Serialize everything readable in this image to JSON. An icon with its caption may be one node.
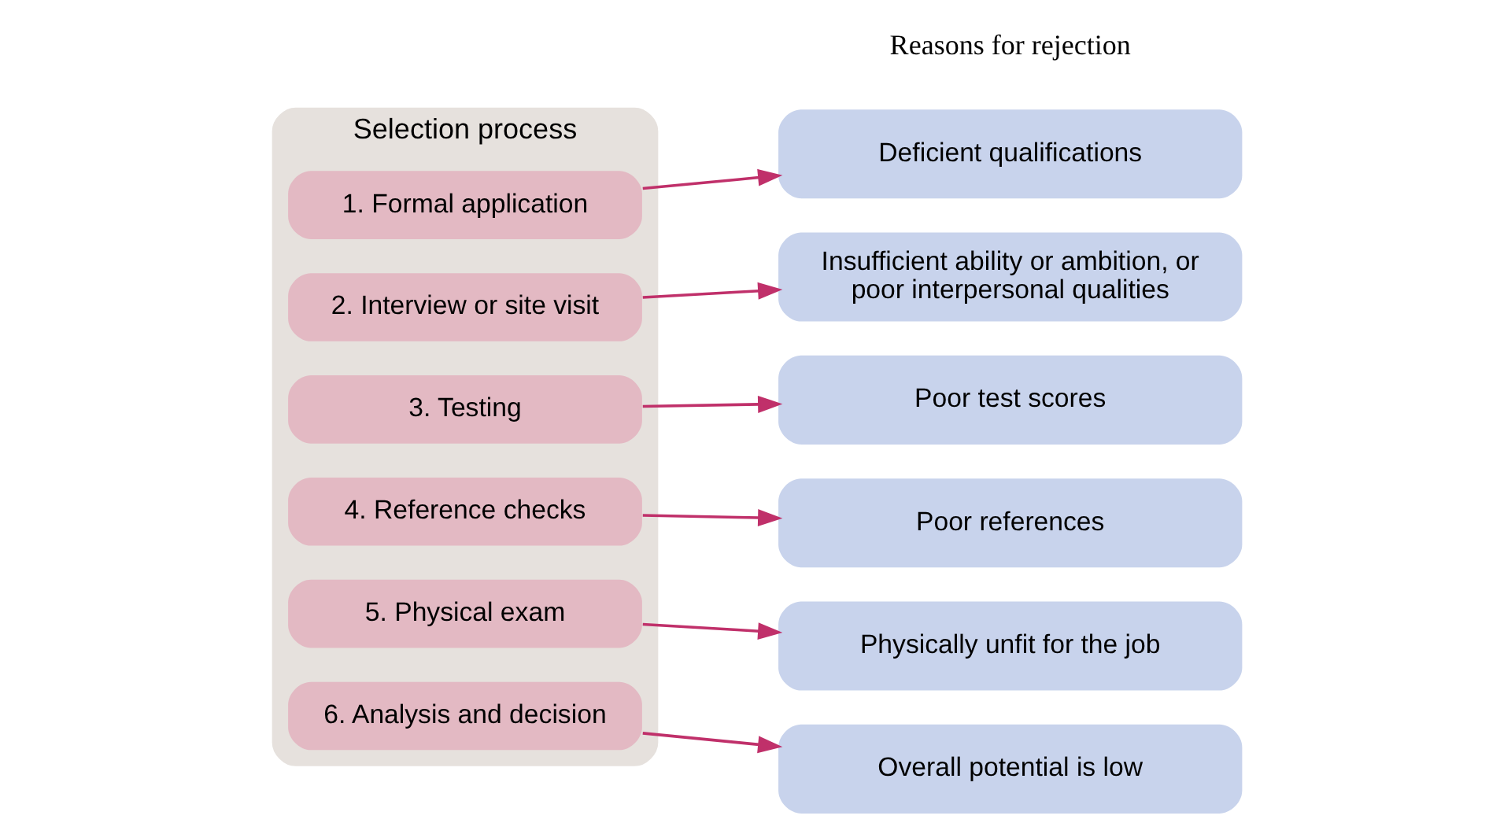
{
  "diagram": {
    "nodes": [
      {
        "text": [
          "Selection process"
        ]
      },
      {
        "text": [
          "1. Formal application"
        ],
        "in": 0
      },
      {
        "text": [
          "2. Interview or site visit"
        ],
        "in": 0
      },
      {
        "text": [
          "3. Testing"
        ],
        "in": 0
      },
      {
        "text": [
          "4. Reference checks"
        ],
        "in": 0
      },
      {
        "text": [
          "5. Physical exam"
        ],
        "in": 0
      },
      {
        "text": [
          "6. Analysis and decision"
        ],
        "in": 0
      },
      {
        "text": [
          "Deficient qualifications"
        ]
      },
      {
        "text": [
          "Insufficient ability or ambition, or poor interpersonal qualities"
        ]
      },
      {
        "text": [
          "Poor test scores"
        ]
      },
      {
        "text": [
          "Poor references"
        ]
      },
      {
        "text": [
          "Physically unfit for the job"
        ]
      },
      {
        "text": [
          "Overall potential is low"
        ]
      }
    ],
    "edges": [
      {
        "from": 1,
        "to": 7,
        "arrow": "to"
      },
      {
        "from": 2,
        "to": 8,
        "arrow": "to"
      },
      {
        "from": 3,
        "to": 9,
        "arrow": "to"
      },
      {
        "from": 4,
        "to": 10,
        "arrow": "to"
      },
      {
        "from": 5,
        "to": 11,
        "arrow": "to"
      },
      {
        "from": 6,
        "to": 12,
        "arrow": "to"
      }
    ],
    "labels": [
      "Reasons for rejection"
    ]
  }
}
